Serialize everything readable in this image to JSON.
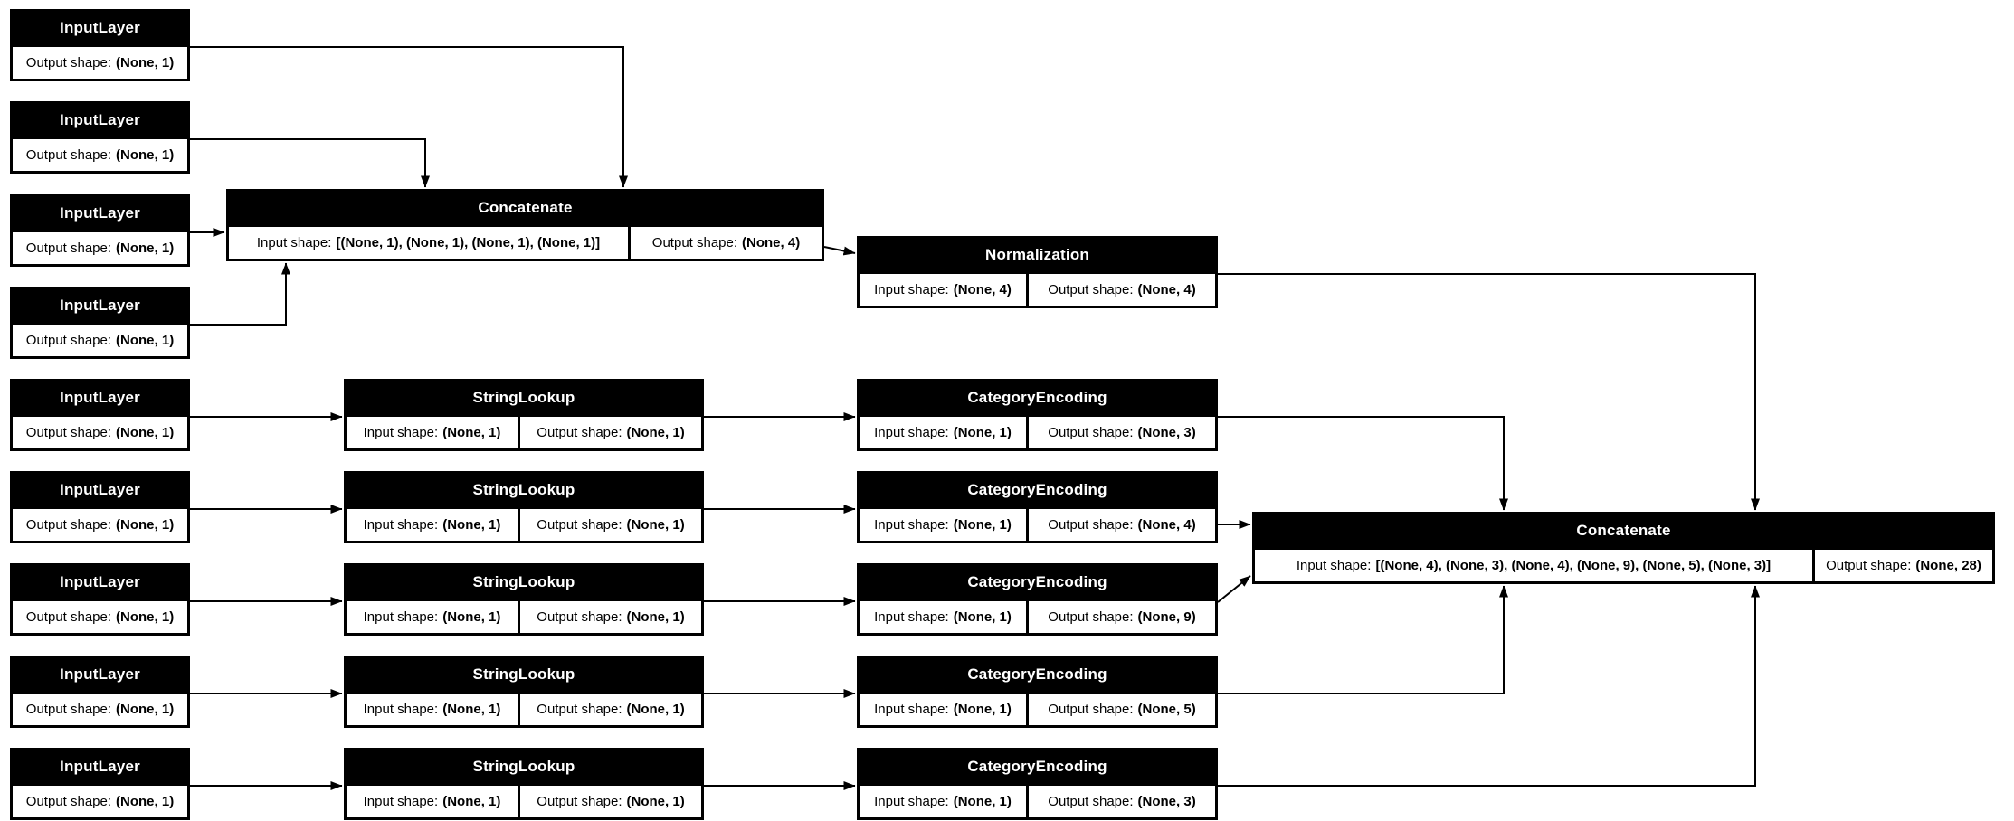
{
  "diagram": {
    "labels": {
      "input_prefix": "Input shape:",
      "output_prefix": "Output shape:"
    },
    "colors": {
      "node_fill": "#000000",
      "cell_fill": "#ffffff",
      "title_text": "#ffffff",
      "cell_text": "#000000",
      "edge": "#000000",
      "background": "#ffffff"
    },
    "nodes": [
      {
        "id": "il1",
        "title": "InputLayer",
        "output_shape": "(None, 1)"
      },
      {
        "id": "il2",
        "title": "InputLayer",
        "output_shape": "(None, 1)"
      },
      {
        "id": "il3",
        "title": "InputLayer",
        "output_shape": "(None, 1)"
      },
      {
        "id": "il4",
        "title": "InputLayer",
        "output_shape": "(None, 1)"
      },
      {
        "id": "concat1",
        "title": "Concatenate",
        "input_shape": "[(None, 1), (None, 1), (None, 1), (None, 1)]",
        "output_shape": "(None, 4)"
      },
      {
        "id": "norm",
        "title": "Normalization",
        "input_shape": "(None, 4)",
        "output_shape": "(None, 4)"
      },
      {
        "id": "il5",
        "title": "InputLayer",
        "output_shape": "(None, 1)"
      },
      {
        "id": "il6",
        "title": "InputLayer",
        "output_shape": "(None, 1)"
      },
      {
        "id": "il7",
        "title": "InputLayer",
        "output_shape": "(None, 1)"
      },
      {
        "id": "il8",
        "title": "InputLayer",
        "output_shape": "(None, 1)"
      },
      {
        "id": "il9",
        "title": "InputLayer",
        "output_shape": "(None, 1)"
      },
      {
        "id": "sl5",
        "title": "StringLookup",
        "input_shape": "(None, 1)",
        "output_shape": "(None, 1)"
      },
      {
        "id": "sl6",
        "title": "StringLookup",
        "input_shape": "(None, 1)",
        "output_shape": "(None, 1)"
      },
      {
        "id": "sl7",
        "title": "StringLookup",
        "input_shape": "(None, 1)",
        "output_shape": "(None, 1)"
      },
      {
        "id": "sl8",
        "title": "StringLookup",
        "input_shape": "(None, 1)",
        "output_shape": "(None, 1)"
      },
      {
        "id": "sl9",
        "title": "StringLookup",
        "input_shape": "(None, 1)",
        "output_shape": "(None, 1)"
      },
      {
        "id": "ce5",
        "title": "CategoryEncoding",
        "input_shape": "(None, 1)",
        "output_shape": "(None, 3)"
      },
      {
        "id": "ce6",
        "title": "CategoryEncoding",
        "input_shape": "(None, 1)",
        "output_shape": "(None, 4)"
      },
      {
        "id": "ce7",
        "title": "CategoryEncoding",
        "input_shape": "(None, 1)",
        "output_shape": "(None, 9)"
      },
      {
        "id": "ce8",
        "title": "CategoryEncoding",
        "input_shape": "(None, 1)",
        "output_shape": "(None, 5)"
      },
      {
        "id": "ce9",
        "title": "CategoryEncoding",
        "input_shape": "(None, 1)",
        "output_shape": "(None, 3)"
      },
      {
        "id": "concat2",
        "title": "Concatenate",
        "input_shape": "[(None, 4), (None, 3), (None, 4), (None, 9), (None, 5), (None, 3)]",
        "output_shape": "(None, 28)"
      }
    ],
    "edges": [
      {
        "from": "il1",
        "to": "concat1"
      },
      {
        "from": "il2",
        "to": "concat1"
      },
      {
        "from": "il3",
        "to": "concat1"
      },
      {
        "from": "il4",
        "to": "concat1"
      },
      {
        "from": "concat1",
        "to": "norm"
      },
      {
        "from": "norm",
        "to": "concat2"
      },
      {
        "from": "il5",
        "to": "sl5"
      },
      {
        "from": "il6",
        "to": "sl6"
      },
      {
        "from": "il7",
        "to": "sl7"
      },
      {
        "from": "il8",
        "to": "sl8"
      },
      {
        "from": "il9",
        "to": "sl9"
      },
      {
        "from": "sl5",
        "to": "ce5"
      },
      {
        "from": "sl6",
        "to": "ce6"
      },
      {
        "from": "sl7",
        "to": "ce7"
      },
      {
        "from": "sl8",
        "to": "ce8"
      },
      {
        "from": "sl9",
        "to": "ce9"
      },
      {
        "from": "ce5",
        "to": "concat2"
      },
      {
        "from": "ce6",
        "to": "concat2"
      },
      {
        "from": "ce7",
        "to": "concat2"
      },
      {
        "from": "ce8",
        "to": "concat2"
      },
      {
        "from": "ce9",
        "to": "concat2"
      }
    ]
  }
}
